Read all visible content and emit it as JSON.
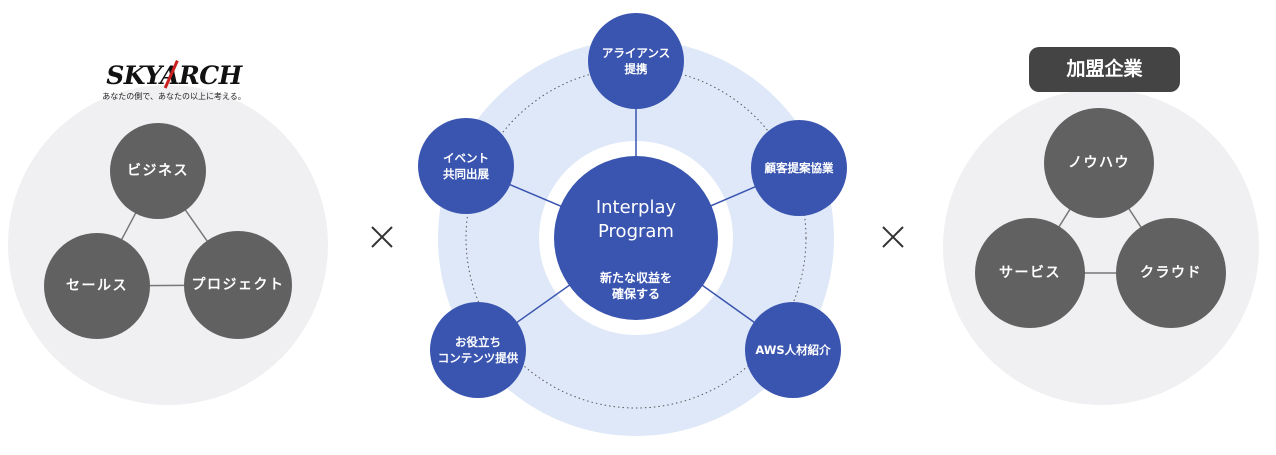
{
  "left_group": {
    "logo_text": "SKYARCH",
    "logo_tagline": "あなたの側で、あなたの以上に考える。",
    "nodes": [
      "ビジネス",
      "セールス",
      "プロジェクト"
    ]
  },
  "center_group": {
    "title": "Interplay\nProgram",
    "subtitle": "新たな収益を\n確保する",
    "nodes": [
      "アライアンス\n提携",
      "顧客提案協業",
      "AWS人材紹介",
      "お役立ち\nコンテンツ提供",
      "イベント\n共同出展"
    ]
  },
  "right_group": {
    "badge": "加盟企業",
    "nodes": [
      "ノウハウ",
      "サービス",
      "クラウド"
    ]
  },
  "operators": [
    "×",
    "×"
  ],
  "colors": {
    "node_gray": "#616161",
    "bg_gray": "#f0f0f2",
    "node_blue": "#3a55b0",
    "bg_blue": "#dfe8f8",
    "badge": "#444444",
    "logo_red": "#cc1f1f"
  }
}
